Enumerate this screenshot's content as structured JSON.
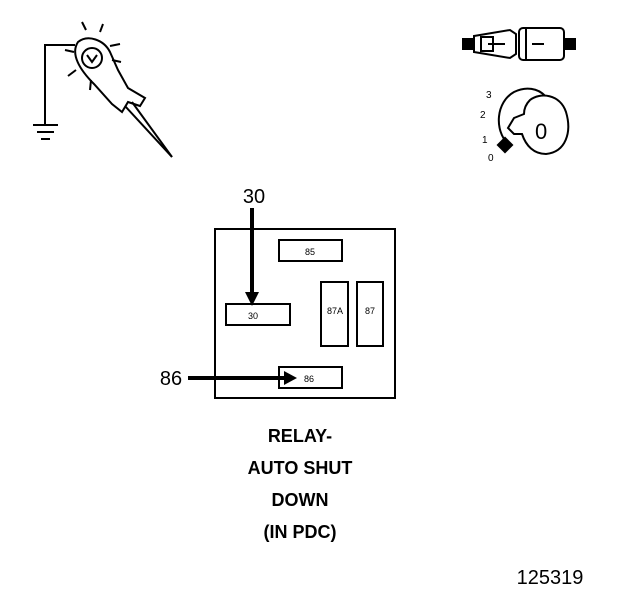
{
  "relay": {
    "terminals": {
      "t85": "85",
      "t30": "30",
      "t87a": "87A",
      "t87": "87",
      "t86": "86"
    }
  },
  "callouts": {
    "c30": "30",
    "c86": "86"
  },
  "ignition": {
    "positions": [
      "3",
      "2",
      "1",
      "0"
    ],
    "key_label": "0"
  },
  "caption": {
    "line1": "RELAY-",
    "line2": "AUTO SHUT",
    "line3": "DOWN",
    "line4": "(IN PDC)"
  },
  "figure_number": "125319"
}
